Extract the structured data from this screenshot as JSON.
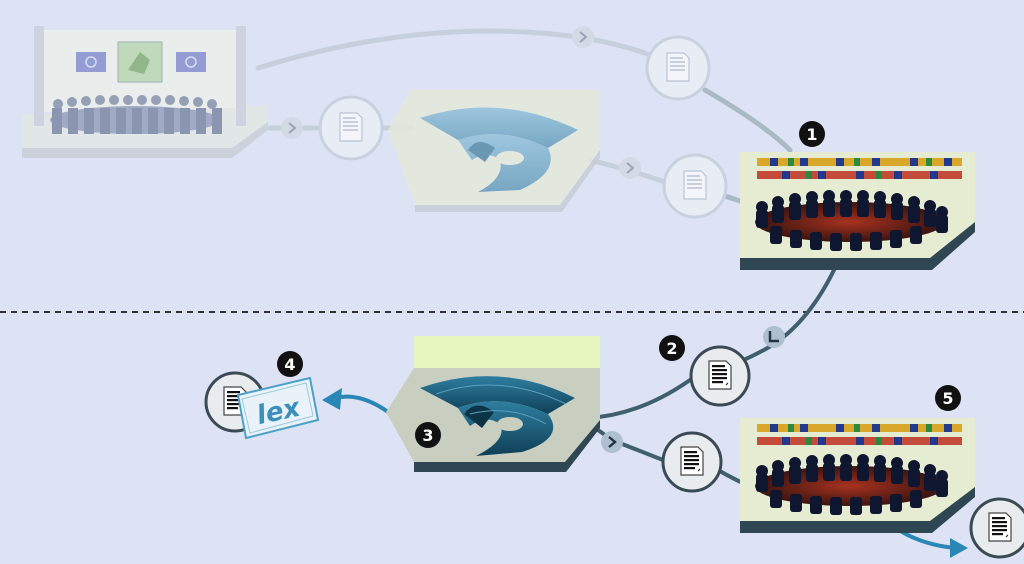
{
  "colors": {
    "background": "#dde3f4",
    "faded_path": "#c6d0dc",
    "active_path": "#3f5f6e",
    "arrow_blue": "#2a86b4",
    "hemicycle_dark": "#1d5f7c",
    "hemicycle_faded": "#6fa9c6",
    "platform_light": "#e6ecd2",
    "platform_shadow": "#2f4653",
    "badge": "#111111",
    "divider": "#333333"
  },
  "badges": [
    "1",
    "2",
    "3",
    "4",
    "5"
  ],
  "logo_text": "lex",
  "icons": {
    "step_marker": "chevron-right-icon",
    "step_marker_turn": "corner-icon",
    "document": "document-icon",
    "assembly": "council-table-icon",
    "parliament": "hemicycle-icon",
    "commission": "commission-room-icon",
    "flags": "eu-flags-icon"
  }
}
